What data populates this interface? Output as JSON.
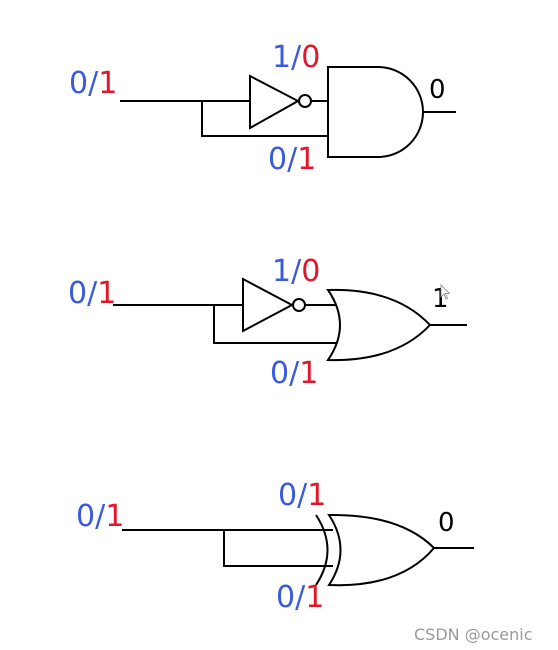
{
  "circuits": [
    {
      "gate": "AND",
      "input_label": {
        "before": "0/",
        "after": "1"
      },
      "inverted_label": {
        "before": "1/",
        "after": "0"
      },
      "direct_label": {
        "before": "0/",
        "after": "1"
      },
      "output": "0"
    },
    {
      "gate": "OR",
      "input_label": {
        "before": "0/",
        "after": "1"
      },
      "inverted_label": {
        "before": "1/",
        "after": "0"
      },
      "direct_label": {
        "before": "0/",
        "after": "1"
      },
      "output": "1"
    },
    {
      "gate": "XOR",
      "input_label": {
        "before": "0/",
        "after": "1"
      },
      "top_label": {
        "before": "0/",
        "after": "1"
      },
      "bottom_label": {
        "before": "0/",
        "after": "1"
      },
      "output": "0"
    }
  ],
  "colors": {
    "blue": "#3b5bdb",
    "red": "#e0162b",
    "line": "#000000"
  },
  "watermark": "CSDN @ocenic"
}
